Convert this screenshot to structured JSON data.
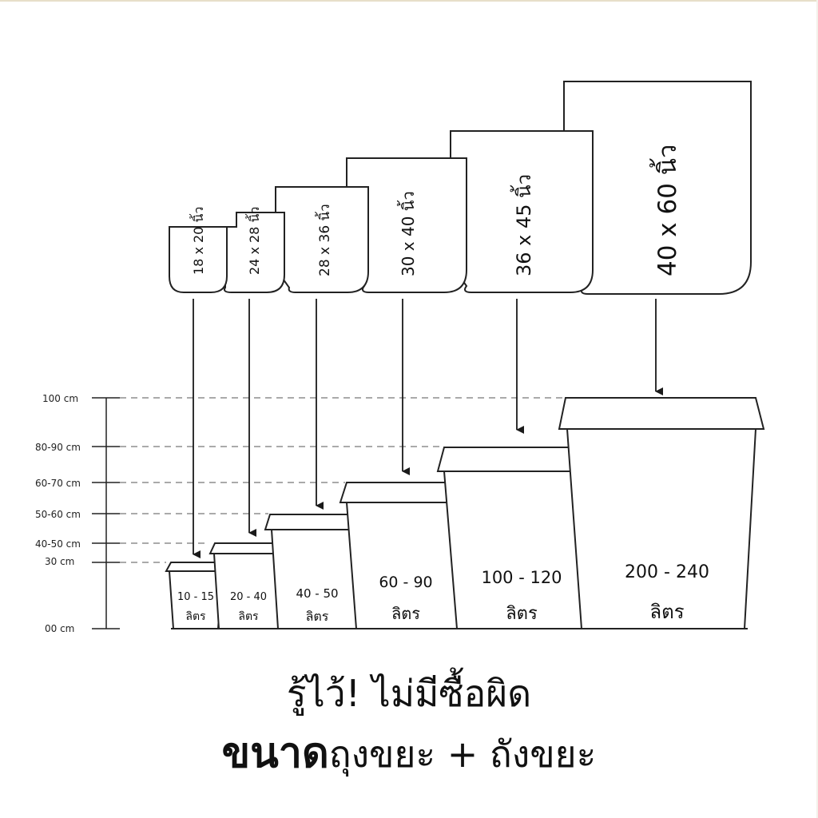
{
  "scale": {
    "labels": [
      "100 cm",
      "80-90 cm",
      "60-70 cm",
      "50-60 cm",
      "40-50 cm",
      "30 cm",
      "00 cm"
    ]
  },
  "products": [
    {
      "bag_size": "18 x 20 นิ้ว",
      "volume": "10 - 15",
      "unit": "ลิตร"
    },
    {
      "bag_size": "24 x 28 นิ้ว",
      "volume": "20 - 40",
      "unit": "ลิตร"
    },
    {
      "bag_size": "28 x 36 นิ้ว",
      "volume": "40 - 50",
      "unit": "ลิตร"
    },
    {
      "bag_size": "30 x 40 นิ้ว",
      "volume": "60 - 90",
      "unit": "ลิตร"
    },
    {
      "bag_size": "36 x 45 นิ้ว",
      "volume": "100 - 120",
      "unit": "ลิตร"
    },
    {
      "bag_size": "40 x 60 นิ้ว",
      "volume": "200 - 240",
      "unit": "ลิตร"
    }
  ],
  "caption": {
    "line1": "รู้ไว้! ไม่มีซื้อผิด",
    "line2_bold": "ขนาด",
    "line2_rest": "ถุงขยะ + ถังขยะ"
  }
}
